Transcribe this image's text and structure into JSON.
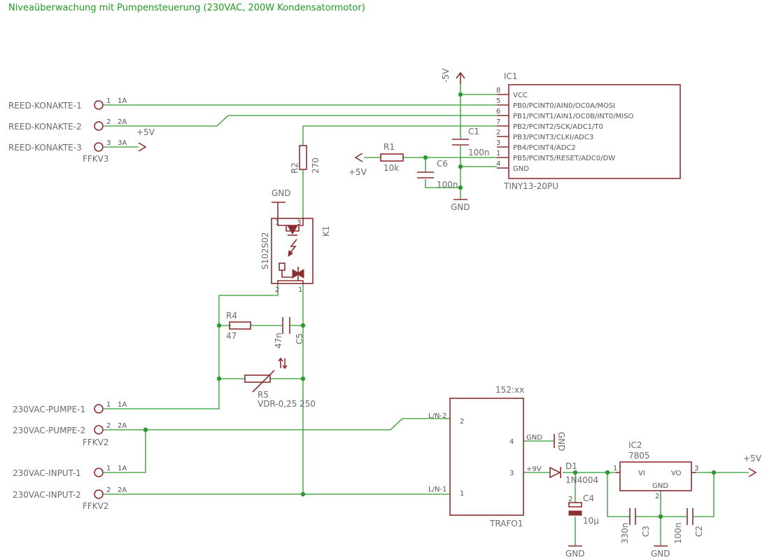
{
  "title": "Niveaüberwachung mit Pumpensteuerung (230VAC, 200W Kondensatormotor)",
  "connectors": {
    "reed1": "REED-KONAKTE-1",
    "reed2": "REED-KONAKTE-2",
    "reed3": "REED-KONAKTE-3",
    "ffkv3": "FFKV3",
    "pumpe1": "230VAC-PUMPE-1",
    "pumpe2": "230VAC-PUMPE-2",
    "ffkv2a": "FFKV2",
    "input1": "230VAC-INPUT-1",
    "input2": "230VAC-INPUT-2",
    "ffkv2b": "FFKV2",
    "pin1": "1",
    "pin2": "2",
    "pin3": "3",
    "p1a": "1A",
    "p2a": "2A",
    "p3a": "3A"
  },
  "supply": {
    "plus5v": "+5V",
    "minus5v": "-5V",
    "gnd": "GND",
    "plus9v": "+9V"
  },
  "ic1": {
    "name": "IC1",
    "part": "TINY13-20PU",
    "pins": [
      {
        "num": "8",
        "label": "VCC"
      },
      {
        "num": "5",
        "label": "PB0/PCINT0/AIN0/OC0A/MOSI"
      },
      {
        "num": "6",
        "label": "PB1/PCINT1/AIN1/OC0B/INT0/MISO"
      },
      {
        "num": "7",
        "label": "PB2/PCINT2/SCK/ADC1/T0"
      },
      {
        "num": "2",
        "label": "PB3/PCINT3/CLKI/ADC3"
      },
      {
        "num": "3",
        "label": "PB4/PCINT4/ADC2"
      },
      {
        "num": "1",
        "label": "PB5/PCINT5/RESET/ADC0/DW"
      },
      {
        "num": "4",
        "label": "GND"
      }
    ]
  },
  "parts": {
    "c1": "C1",
    "c1v": "100n",
    "r1": "R1",
    "r1v": "10k",
    "c6": "C6",
    "c6v": "100n",
    "r2": "R2",
    "r2v": "270",
    "k1": "K1",
    "k1p": "S102S02",
    "r4": "R4",
    "r4v": "47",
    "c5": "C5",
    "c5v": "47n",
    "r5": "R5",
    "r5v": "VDR-0,25 250",
    "trafo": "TRAFO1",
    "trafop": "152:xx",
    "ln2": "L/N-2",
    "ln1": "L/N-1",
    "d1": "D1",
    "d1v": "1N4004",
    "c4": "C4",
    "c4v": "10µ",
    "ic2": "IC2",
    "ic2v": "7805",
    "vi": "VI",
    "vo": "VO",
    "c3": "C3",
    "c3v": "330n",
    "c2": "C2",
    "c2v": "100n",
    "pin1": "1",
    "pin2": "2",
    "pin3": "3",
    "pin4": "4"
  }
}
